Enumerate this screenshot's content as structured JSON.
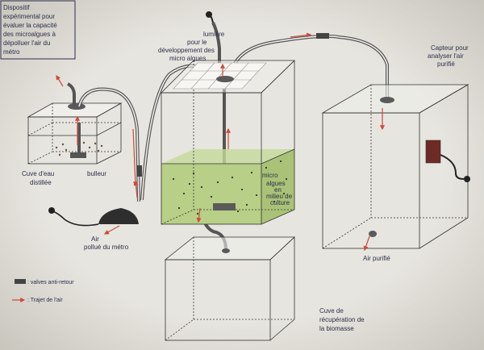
{
  "title_box": {
    "lines": [
      "Dispositif",
      "expérimental pour",
      "évaluer la capacité",
      "des microalgues à",
      "dépolluer l'air du",
      "métro"
    ]
  },
  "labels": {
    "lumiere": [
      "lumière",
      "pour le",
      "développement des",
      "micro algues"
    ],
    "capteur": [
      "Capteur pour",
      "analyser l'air",
      "purifié"
    ],
    "cuve_eau": [
      "Cuve d'eau",
      "distillée"
    ],
    "bulleur": "bulleur",
    "air_pollue": [
      "Air",
      "pollué du métro"
    ],
    "microalgues": [
      "micro",
      "algues",
      "en",
      "milieu de",
      "culture"
    ],
    "air_purifie": "Air purifié",
    "cuve_biomasse": [
      "Cuve de",
      "récupération de",
      "la biomasse"
    ]
  },
  "legend": {
    "valves_label": ": valves anti-retour",
    "trajet_label": ": Trajet de l'air"
  },
  "colors": {
    "paper": "#e4e2dc",
    "ink": "#2b2f4a",
    "green_culture": "#b7cf86",
    "arrow_red": "#d0473a",
    "valve_gray": "#5a5a5a",
    "light_panel": "#f3f2ee"
  }
}
